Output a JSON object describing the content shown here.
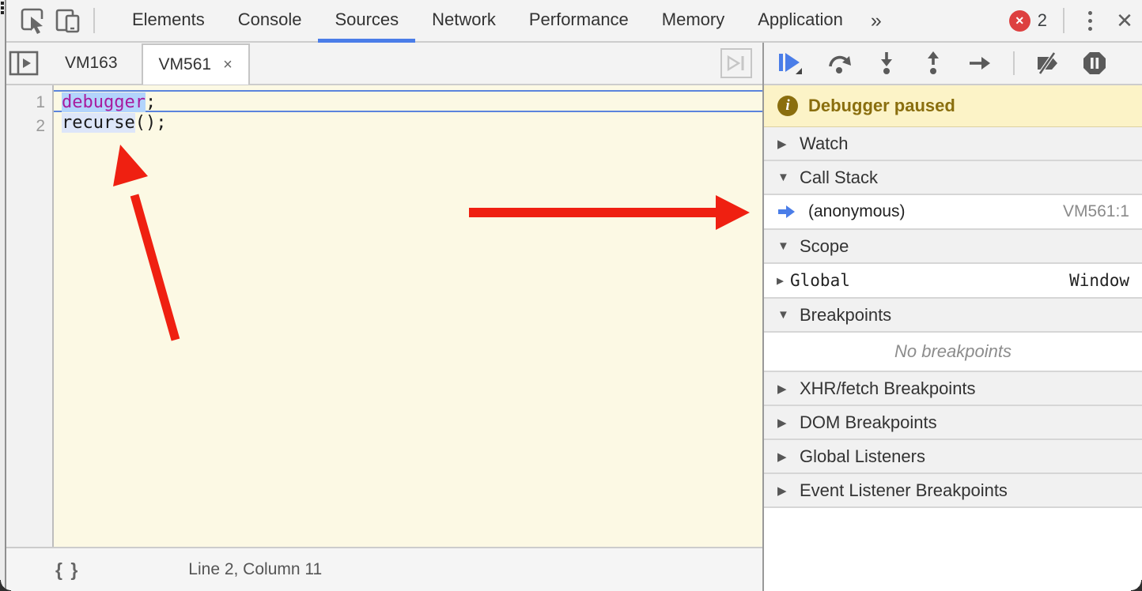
{
  "main_toolbar": {
    "tabs": [
      {
        "label": "Elements"
      },
      {
        "label": "Console"
      },
      {
        "label": "Sources",
        "active": true
      },
      {
        "label": "Network"
      },
      {
        "label": "Performance"
      },
      {
        "label": "Memory"
      },
      {
        "label": "Application"
      }
    ],
    "overflow_glyph": "»",
    "error_badge": {
      "icon_glyph": "✕",
      "count": "2"
    },
    "close_glyph": "✕"
  },
  "editor": {
    "nav_tabs": [
      {
        "label": "VM163",
        "active": false
      },
      {
        "label": "VM561",
        "active": true,
        "close_glyph": "×"
      }
    ],
    "lines": [
      {
        "number": "1",
        "tokens": [
          {
            "text": "debugger",
            "type": "keyword-paused"
          },
          {
            "text": ";",
            "type": "plain"
          }
        ]
      },
      {
        "number": "2",
        "tokens": [
          {
            "text": "recurse",
            "type": "identifier-highlight"
          },
          {
            "text": "();",
            "type": "plain"
          }
        ]
      }
    ],
    "status": {
      "format_glyph": "{ }",
      "caret": "Line 2, Column 11"
    }
  },
  "debugger_panel": {
    "toolbar": [
      "resume-script",
      "step-over",
      "step-into",
      "step-out",
      "step",
      "deactivate-breakpoints",
      "pause-on-exceptions"
    ],
    "banner": "Debugger paused",
    "sections": {
      "watch": {
        "title": "Watch",
        "expanded": false
      },
      "call_stack": {
        "title": "Call Stack",
        "expanded": true,
        "frames": [
          {
            "name": "(anonymous)",
            "location": "VM561:1",
            "current": true
          }
        ]
      },
      "scope": {
        "title": "Scope",
        "expanded": true,
        "entries": [
          {
            "name": "Global",
            "value": "Window"
          }
        ]
      },
      "breakpoints": {
        "title": "Breakpoints",
        "expanded": true,
        "empty_text": "No breakpoints"
      },
      "xhr": {
        "title": "XHR/fetch Breakpoints",
        "expanded": false
      },
      "dom": {
        "title": "DOM Breakpoints",
        "expanded": false
      },
      "global_listeners": {
        "title": "Global Listeners",
        "expanded": false
      },
      "event_listeners": {
        "title": "Event Listener Breakpoints",
        "expanded": false
      }
    }
  },
  "icons": {
    "collapsed": "▶",
    "expanded": "▼"
  },
  "colors": {
    "accent": "#4a7de8",
    "error": "#dd4040",
    "arrow": "#ef2011",
    "banner_bg": "#fcf3c7",
    "banner_fg": "#8a6e0e",
    "editor_bg": "#fcf9e4",
    "keyword": "#a81a9d",
    "kw_bg": "#b3d4fc",
    "hl_bg": "#dde6f9",
    "exec_line": "#5b84dd"
  }
}
